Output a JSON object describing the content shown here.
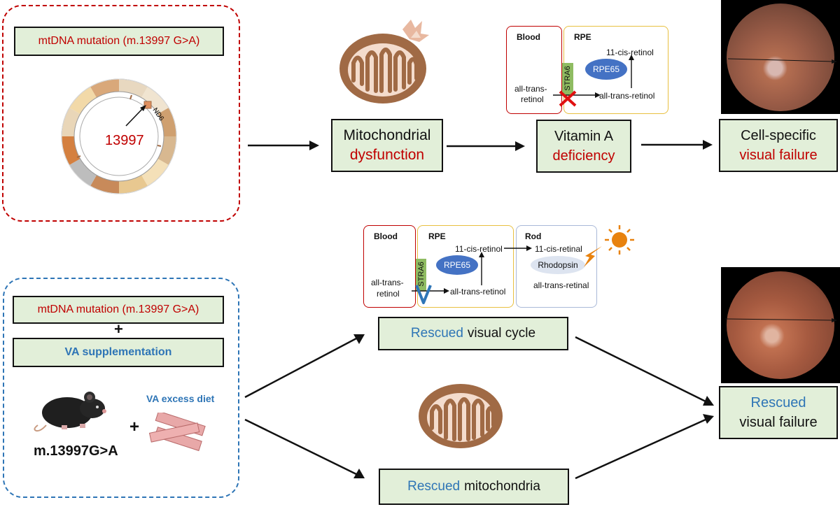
{
  "top": {
    "mutation_label": "mtDNA mutation (m.13997 G>A)",
    "gene_label": "ND6",
    "position_label": "13997",
    "mito_dysfunction": {
      "line1": "Mitochondrial",
      "line2": "dysfunction"
    },
    "vitamin_a": {
      "line1": "Vitamin A",
      "line2": "deficiency"
    },
    "cell_failure": {
      "line1": "Cell-specific",
      "line2": "visual failure"
    },
    "cycle": {
      "blood": "Blood",
      "rpe": "RPE",
      "cis_retinol": "11-cis-retinol",
      "enzyme": "RPE65",
      "receptor": "STRA6",
      "trans_retinol_blood_1": "all-trans-",
      "trans_retinol_blood_2": "retinol",
      "trans_retinol_rpe": "all-trans-retinol"
    }
  },
  "bottom": {
    "mutation_label": "mtDNA mutation (m.13997 G>A)",
    "plus": "+",
    "supplement_label": "VA supplementation",
    "diet_label": "VA excess diet",
    "mouse_label": "m.13997G>A",
    "plus2": "+",
    "rescued_cycle": {
      "word": "Rescued",
      "rest": "visual cycle"
    },
    "rescued_mito": {
      "word": "Rescued",
      "rest": "mitochondria"
    },
    "rescued_failure": {
      "line1": "Rescued",
      "line2": "visual failure"
    },
    "cycle": {
      "blood": "Blood",
      "rpe": "RPE",
      "rod": "Rod",
      "cis_retinol": "11-cis-retinol",
      "cis_retinal": "11-cis-retinal",
      "enzyme": "RPE65",
      "pigment": "Rhodopsin",
      "receptor": "STRA6",
      "trans_retinol_blood_1": "all-trans-",
      "trans_retinol_blood_2": "retinol",
      "trans_retinol_rpe": "all-trans-retinol",
      "trans_retinal": "all-trans-retinal"
    }
  },
  "colors": {
    "box_fill": "#e2efd9",
    "accent_red": "#c00000",
    "accent_blue": "#2e75b6",
    "mito_brown": "#a06a45",
    "blood_border": "#c00000",
    "rpe_border": "#e8c040",
    "rod_border": "#a9b9d8",
    "enzyme_fill": "#4472c4"
  },
  "icons": [
    "mitochondrion-icon",
    "fundus-photo",
    "mouse-icon",
    "sun-icon",
    "lightning-icon",
    "cross-mark-icon",
    "check-mark-icon",
    "diet-bars-icon"
  ]
}
